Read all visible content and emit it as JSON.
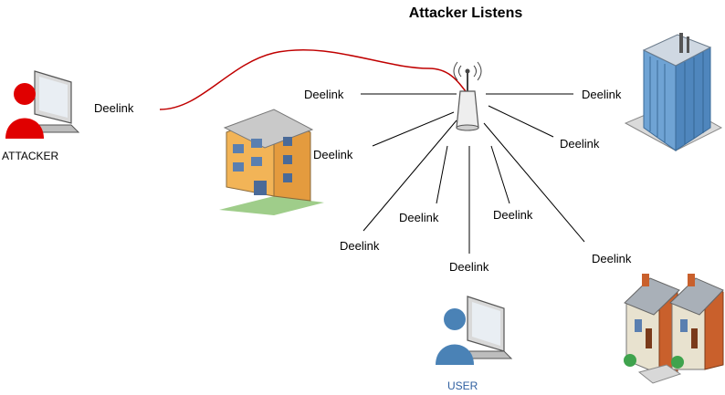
{
  "title": "Attacker Listens",
  "attacker_label": "ATTACKER",
  "user_label": "USER",
  "link_label": "Deelink",
  "colors": {
    "attacker": "#e00000",
    "user": "#4a82b6",
    "user_label": "#2f5fa0",
    "tap_line": "#c00000",
    "links": "#000000"
  },
  "icons": {
    "attacker": "laptop-user-icon",
    "user": "laptop-user-icon",
    "router": "wireless-router-icon",
    "apartment": "apartment-building-icon",
    "office": "office-tower-icon",
    "houses": "townhouses-icon"
  }
}
